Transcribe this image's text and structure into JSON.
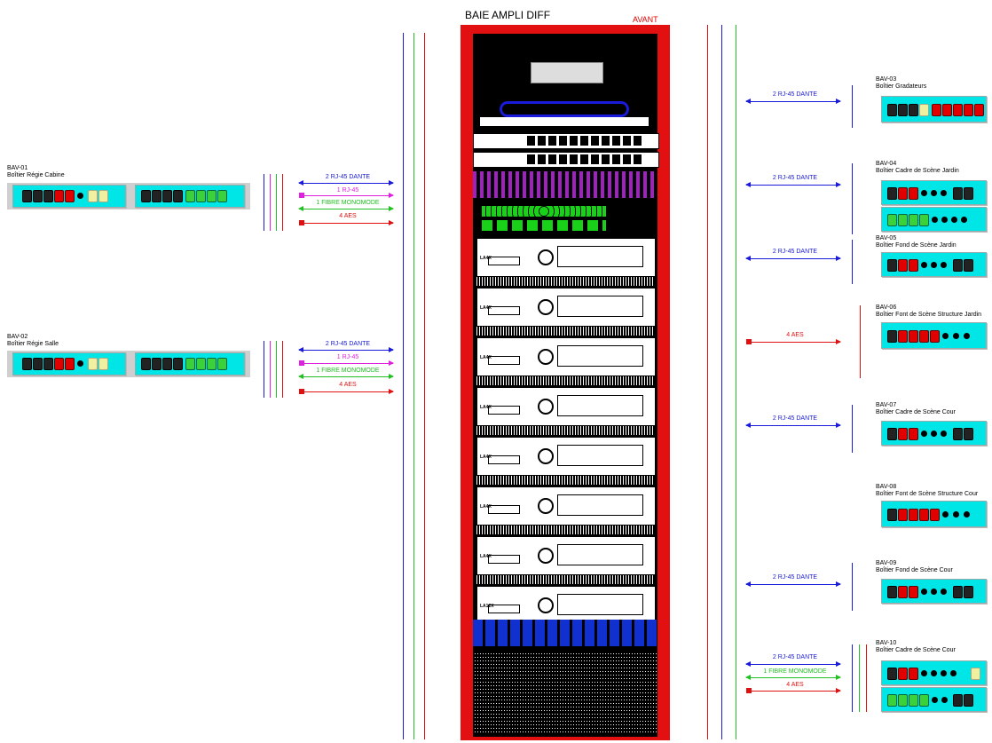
{
  "header": {
    "title": "BAIE AMPLI DIFF",
    "front_label": "AVANT"
  },
  "left_boxes": [
    {
      "id": "BAV-01",
      "label": "Boîtier  Régie Cabine",
      "links": [
        "2 RJ-45 DANTE",
        "1 RJ-45",
        "1 FIBRE MONOMODE",
        "4 AES"
      ]
    },
    {
      "id": "BAV-02",
      "label": "Boîtier  Régie Salle",
      "links": [
        "2 RJ-45 DANTE",
        "1 RJ-45",
        "1 FIBRE MONOMODE",
        "4 AES"
      ]
    }
  ],
  "right_boxes": [
    {
      "id": "BAV-03",
      "label": "Boîtier  Gradateurs",
      "links": [
        "2 RJ-45 DANTE"
      ]
    },
    {
      "id": "BAV-04",
      "label": "Boîtier  Cadre de Scène Jardin",
      "links": [
        "2 RJ-45 DANTE"
      ]
    },
    {
      "id": "BAV-05",
      "label": "Boîtier  Fond de Scène Jardin",
      "links": [
        "2 RJ-45 DANTE"
      ]
    },
    {
      "id": "BAV-06",
      "label": "Boîtier Font de Scène Structure Jardin",
      "links": [
        "4 AES"
      ]
    },
    {
      "id": "BAV-07",
      "label": "Boîtier  Cadre de Scène Cour",
      "links": [
        "2 RJ-45 DANTE"
      ]
    },
    {
      "id": "BAV-08",
      "label": "Boîtier Font de Scène Structure Cour",
      "links": []
    },
    {
      "id": "BAV-09",
      "label": "Boîtier  Fond de Scène Cour",
      "links": [
        "2 RJ-45 DANTE"
      ]
    },
    {
      "id": "BAV-10",
      "label": "Boîtier  Cadre de Scène Cour",
      "links": [
        "2 RJ-45 DANTE",
        "1 FIBRE MONOMODE",
        "4 AES"
      ]
    }
  ],
  "amplifiers": [
    "LA4X",
    "LA4X",
    "LA4X",
    "LA4X",
    "LA4X",
    "LA4X",
    "LA4X",
    "LA12X"
  ],
  "colors": {
    "dante": "#1a1adb",
    "rj45": "#e020e0",
    "fibre": "#22c022",
    "aes": "#e01010",
    "rack": "#e21010",
    "panel": "#00e5e5"
  }
}
